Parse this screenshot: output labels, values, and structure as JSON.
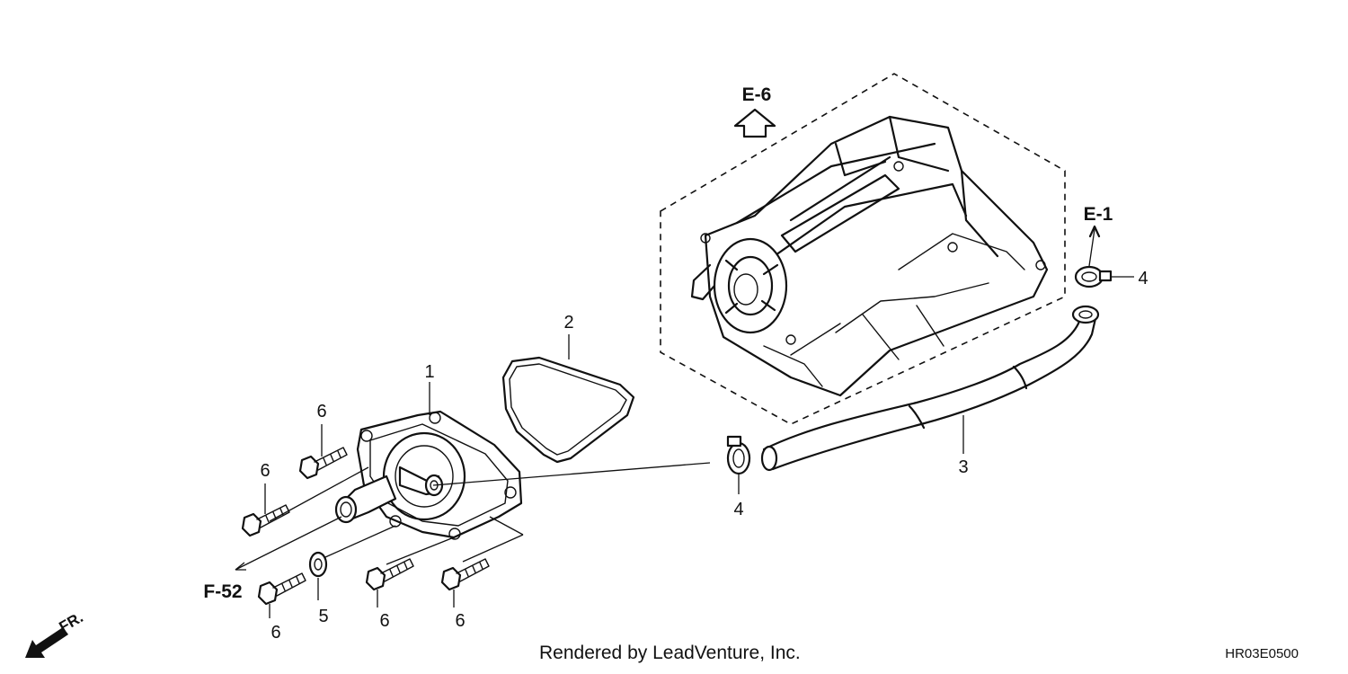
{
  "callouts": {
    "c1": "1",
    "c2": "2",
    "c3": "3",
    "c4a": "4",
    "c4b": "4",
    "c5": "5",
    "c6a": "6",
    "c6b": "6",
    "c6c": "6",
    "c6d": "6",
    "c6e": "6"
  },
  "references": {
    "e6": "E-6",
    "e1": "E-1",
    "f52": "F-52"
  },
  "direction": "FR.",
  "footer": {
    "credit": "Rendered by LeadVenture, Inc.",
    "code": "HR03E0500"
  }
}
